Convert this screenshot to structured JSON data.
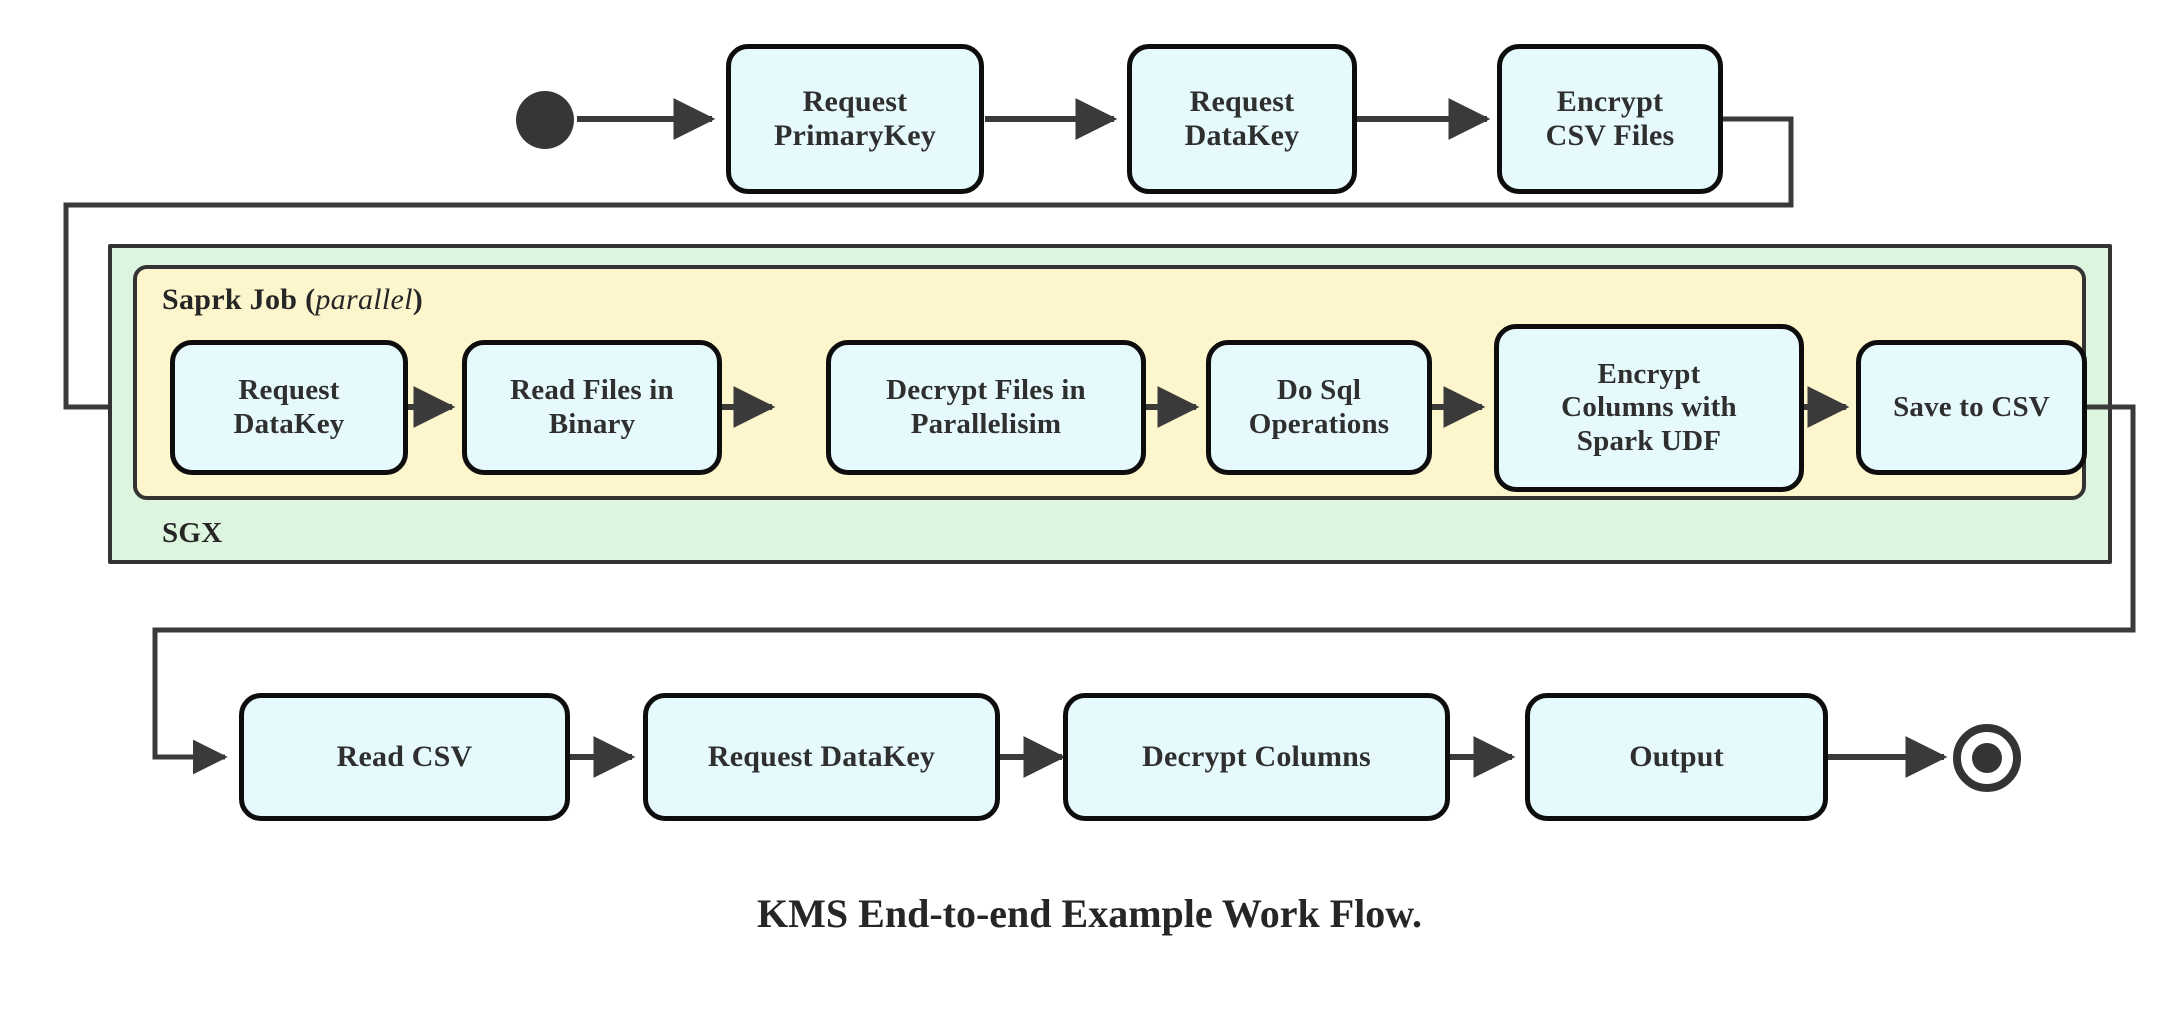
{
  "diagram": {
    "title": "KMS End-to-end Example Work Flow.",
    "colors": {
      "node_fill": "#e6fafd",
      "node_stroke": "#0d0d0d",
      "sgx_fill": "#ddf5de",
      "spark_fill": "#fdf5cc",
      "group_stroke": "#333333",
      "edge_stroke": "#3a3a3a",
      "text": "#2f2f2f",
      "background": "#ffffff"
    },
    "groups": [
      {
        "id": "sgx",
        "label": "SGX",
        "label_position": "bottom-left",
        "fill": "#ddf5de"
      },
      {
        "id": "spark-job",
        "label_main": "Saprk Job",
        "label_paren_open": "(",
        "label_italic": "parallel",
        "label_paren_close": ")",
        "label_position": "top-left",
        "fill": "#fdf5cc"
      }
    ],
    "nodes": {
      "start": {
        "name": "start-state",
        "shape": "filled-circle"
      },
      "end": {
        "name": "final-state",
        "shape": "ringed-filled-circle"
      },
      "row_top": [
        {
          "id": "request-primarykey",
          "lines": [
            "Request",
            "PrimaryKey"
          ]
        },
        {
          "id": "request-datakey-top",
          "lines": [
            "Request",
            "DataKey"
          ]
        },
        {
          "id": "encrypt-csv-files",
          "lines": [
            "Encrypt",
            "CSV Files"
          ]
        }
      ],
      "row_spark": [
        {
          "id": "request-datakey-spark",
          "lines": [
            "Request",
            "DataKey"
          ]
        },
        {
          "id": "read-files-in-binary",
          "lines": [
            "Read Files in",
            "Binary"
          ]
        },
        {
          "id": "decrypt-files-in-parallelisim",
          "lines": [
            "Decrypt Files in",
            "Parallelisim"
          ]
        },
        {
          "id": "do-sql-operations",
          "lines": [
            "Do Sql",
            "Operations"
          ]
        },
        {
          "id": "encrypt-columns-with-spark-udf",
          "lines": [
            "Encrypt",
            "Columns with",
            "Spark UDF"
          ]
        },
        {
          "id": "save-to-csv",
          "lines": [
            "Save to CSV"
          ]
        }
      ],
      "row_bottom": [
        {
          "id": "read-csv",
          "lines": [
            "Read CSV"
          ]
        },
        {
          "id": "request-datakey-bottom",
          "lines": [
            "Request DataKey"
          ]
        },
        {
          "id": "decrypt-columns",
          "lines": [
            "Decrypt Columns"
          ]
        },
        {
          "id": "output",
          "lines": [
            "Output"
          ]
        }
      ]
    },
    "edges": [
      {
        "from": "start",
        "to": "request-primarykey",
        "type": "straight"
      },
      {
        "from": "request-primarykey",
        "to": "request-datakey-top",
        "type": "straight"
      },
      {
        "from": "request-datakey-top",
        "to": "encrypt-csv-files",
        "type": "straight"
      },
      {
        "from": "encrypt-csv-files",
        "to": "request-datakey-spark",
        "type": "elbow-around-left"
      },
      {
        "from": "request-datakey-spark",
        "to": "read-files-in-binary",
        "type": "straight"
      },
      {
        "from": "read-files-in-binary",
        "to": "decrypt-files-in-parallelisim",
        "type": "straight"
      },
      {
        "from": "decrypt-files-in-parallelisim",
        "to": "do-sql-operations",
        "type": "straight"
      },
      {
        "from": "do-sql-operations",
        "to": "encrypt-columns-with-spark-udf",
        "type": "straight"
      },
      {
        "from": "encrypt-columns-with-spark-udf",
        "to": "save-to-csv",
        "type": "straight"
      },
      {
        "from": "save-to-csv",
        "to": "read-csv",
        "type": "elbow-around-right"
      },
      {
        "from": "read-csv",
        "to": "request-datakey-bottom",
        "type": "straight"
      },
      {
        "from": "request-datakey-bottom",
        "to": "decrypt-columns",
        "type": "straight"
      },
      {
        "from": "decrypt-columns",
        "to": "output",
        "type": "straight"
      },
      {
        "from": "output",
        "to": "end",
        "type": "straight"
      }
    ]
  }
}
